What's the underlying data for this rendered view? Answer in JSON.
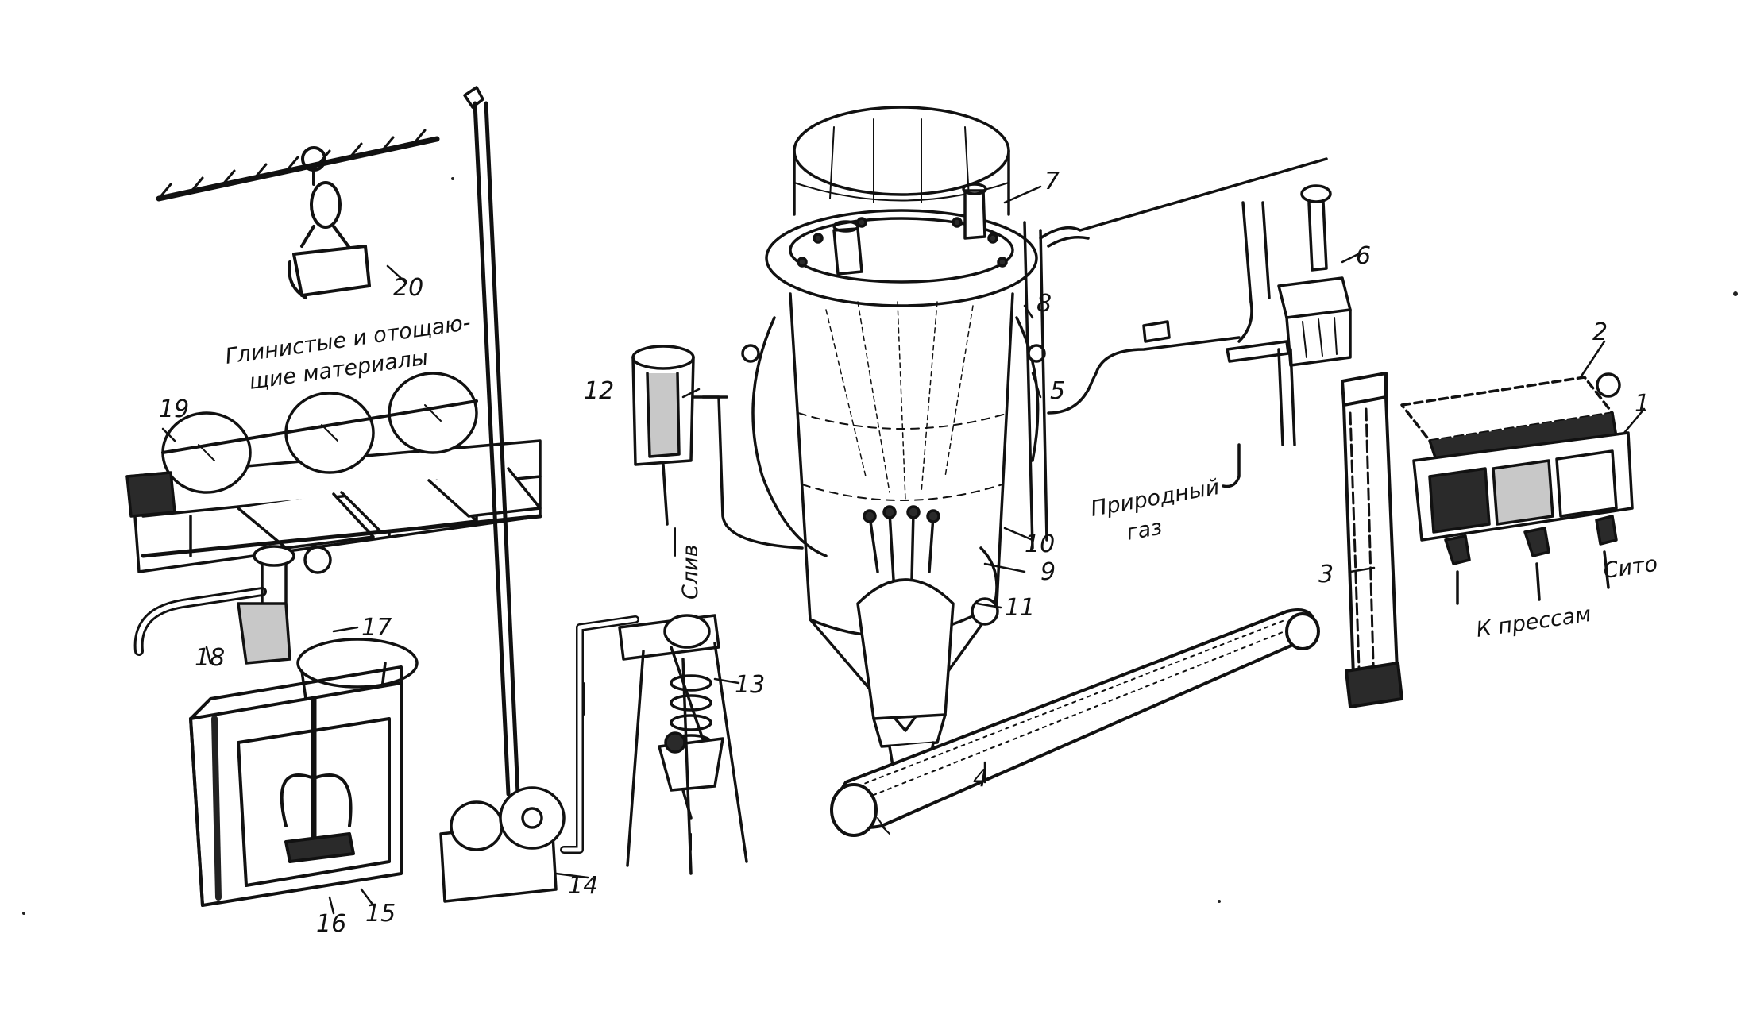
{
  "labels": {
    "n1": "1",
    "n2": "2",
    "n3": "3",
    "n4": "4",
    "n5": "5",
    "n6": "6",
    "n7": "7",
    "n8": "8",
    "n9": "9",
    "n10": "10",
    "n11": "11",
    "n12": "12",
    "n13": "13",
    "n14": "14",
    "n15": "15",
    "n16": "16",
    "n17": "17",
    "n18": "18",
    "n19": "19",
    "n20": "20"
  },
  "captions": {
    "clay_line1": "Глинистые и отощаю-",
    "clay_line2": "щие материалы",
    "gas_line1": "Природный",
    "gas_line2": "газ",
    "drain": "Слив",
    "to_presses": "К прессам",
    "sieve": "Сито"
  }
}
